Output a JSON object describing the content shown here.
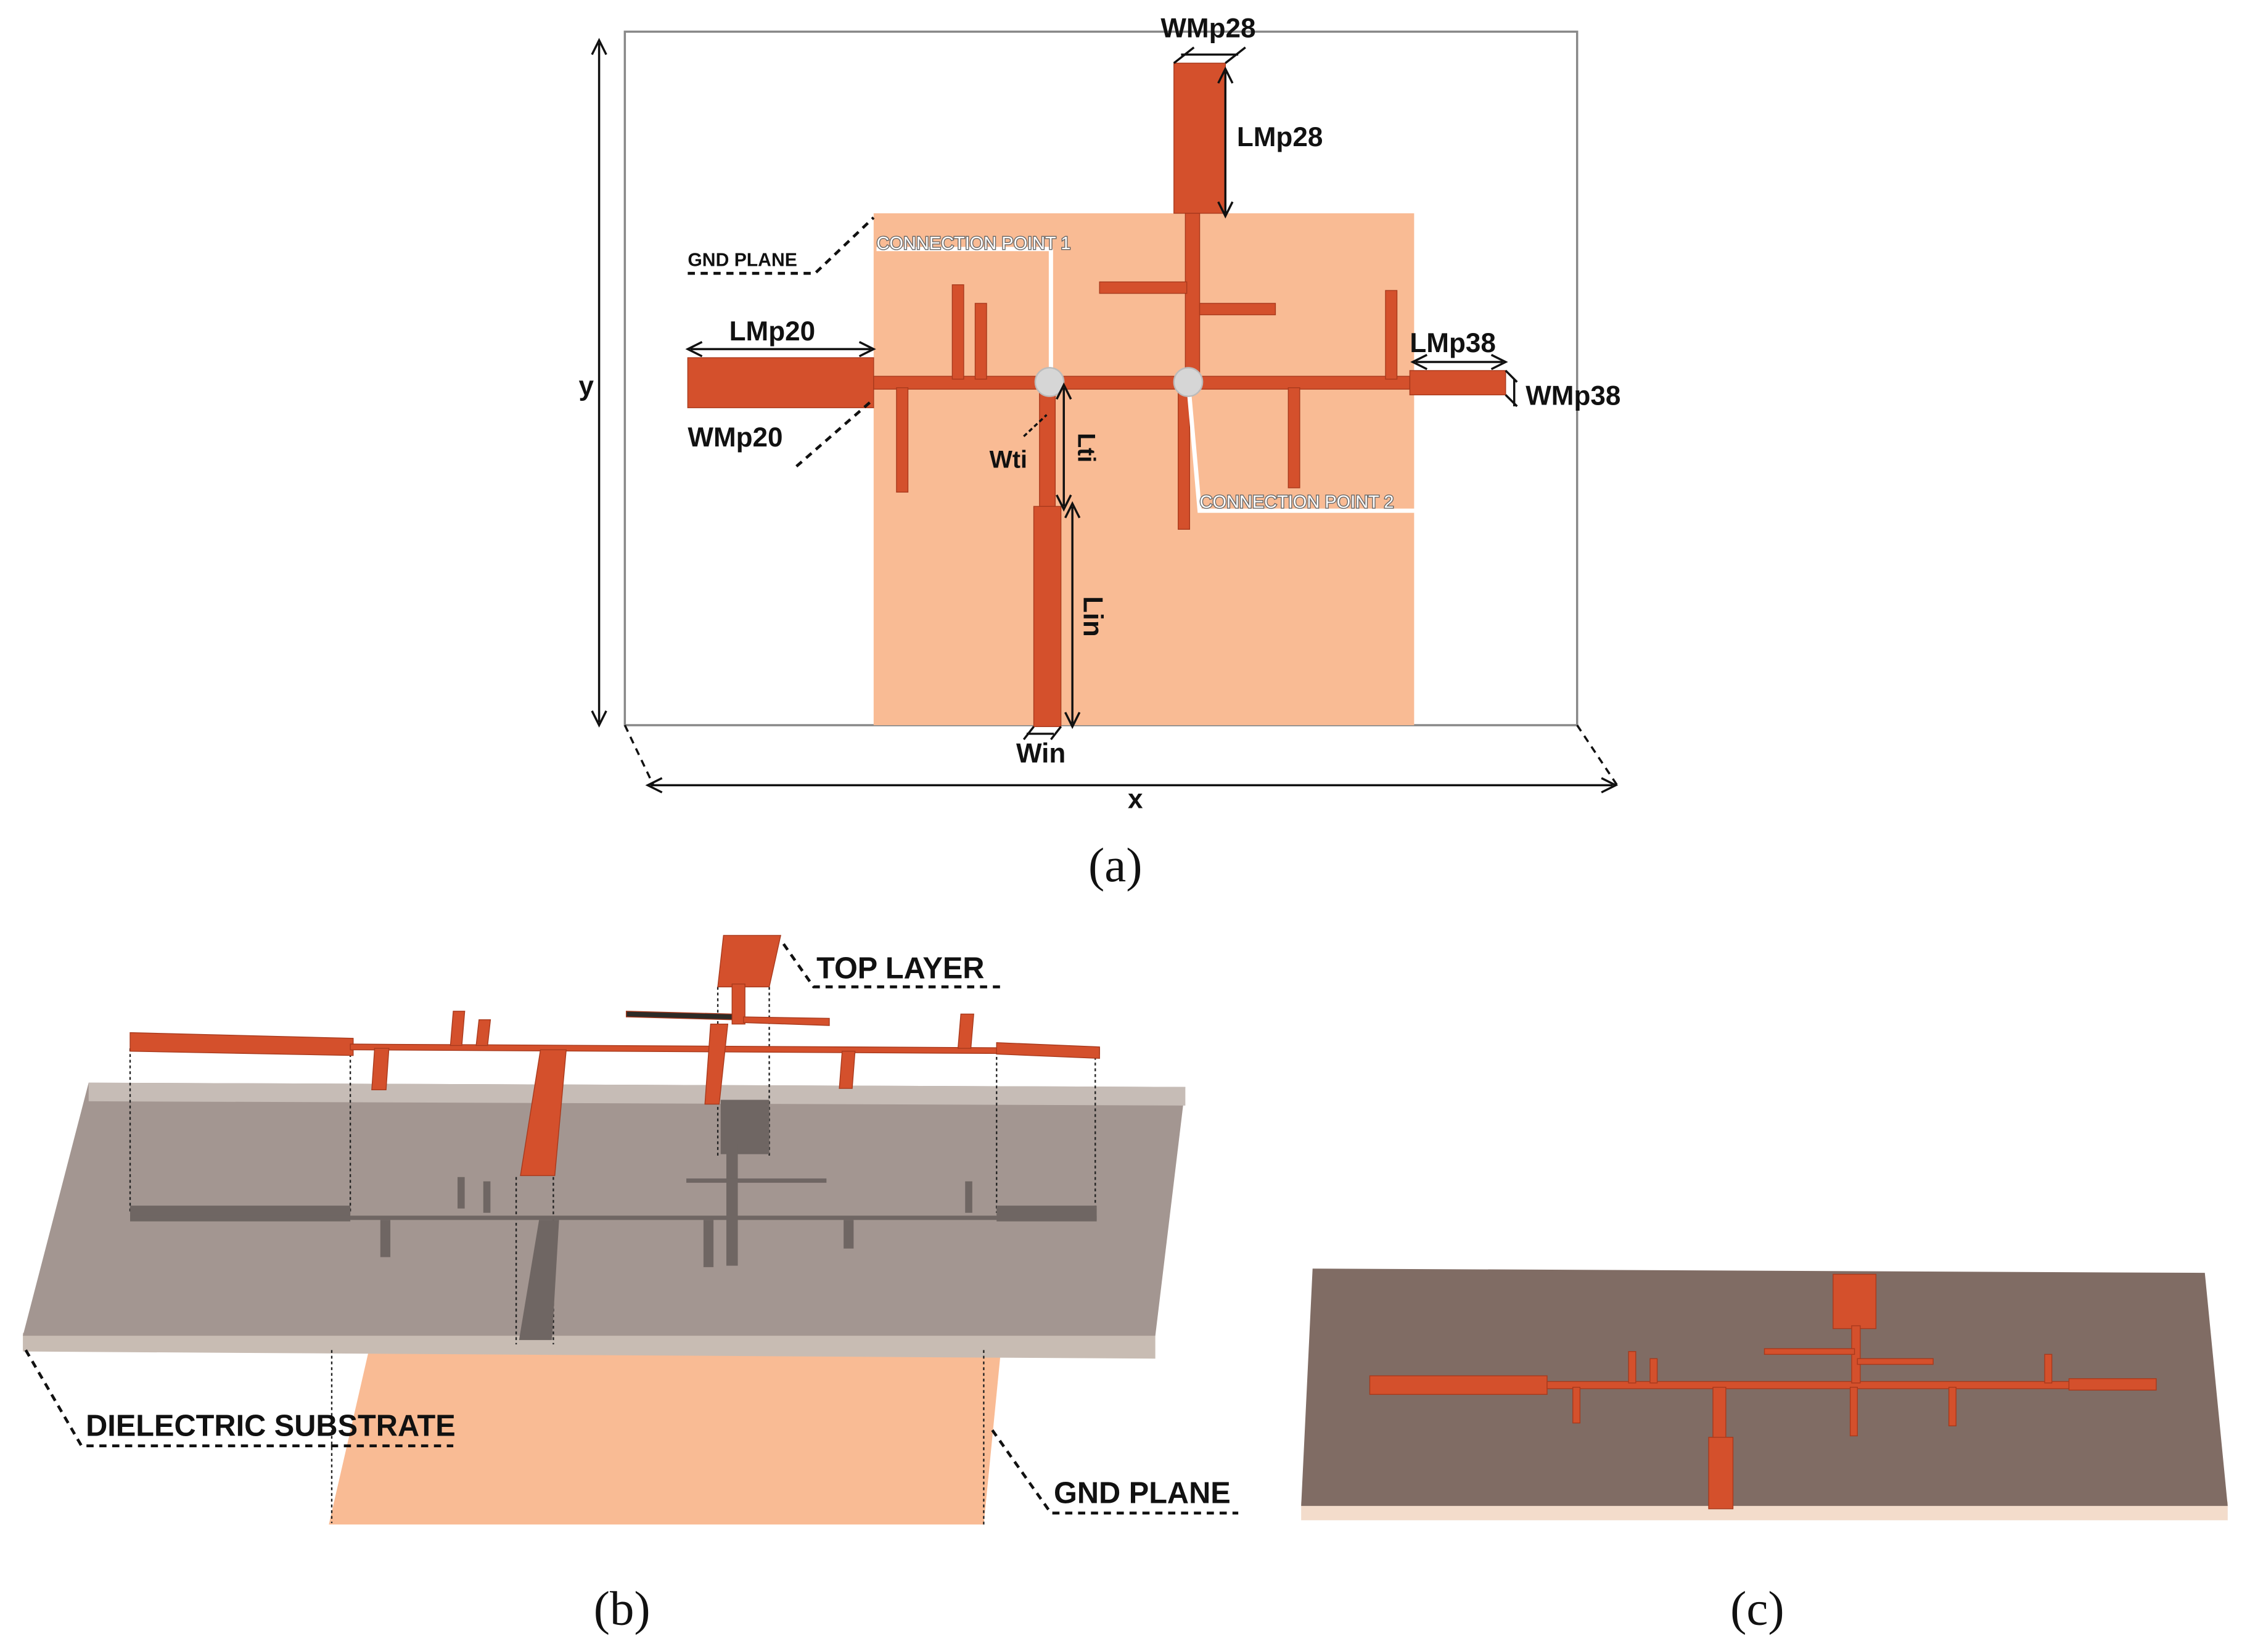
{
  "colors": {
    "copper": "#d4502c",
    "copper_dark": "#a8391c",
    "gnd": "#f9bb94",
    "substrate_b": "#a39691",
    "substrate_c": "#806c64",
    "connector": "#d6d6d6"
  },
  "panel_a": {
    "caption": "(a)",
    "labels": {
      "wmp28": "WMp28",
      "lmp28": "LMp28",
      "gnd_plane": "GND PLANE",
      "connection_point_1": "CONNECTION POINT 1",
      "lmp20": "LMp20",
      "lmp38": "LMp38",
      "wmp38": "WMp38",
      "wmp20": "WMp20",
      "wti": "Wti",
      "lti": "Lti",
      "connection_point_2": "CONNECTION POINT 2",
      "lin": "Lin",
      "win": "Win",
      "x": "x",
      "y": "y"
    }
  },
  "panel_b": {
    "caption": "(b)",
    "labels": {
      "top_layer": "TOP LAYER",
      "dielectric_substrate": "DIELECTRIC SUBSTRATE",
      "gnd_plane": "GND PLANE"
    }
  },
  "panel_c": {
    "caption": "(c)"
  }
}
